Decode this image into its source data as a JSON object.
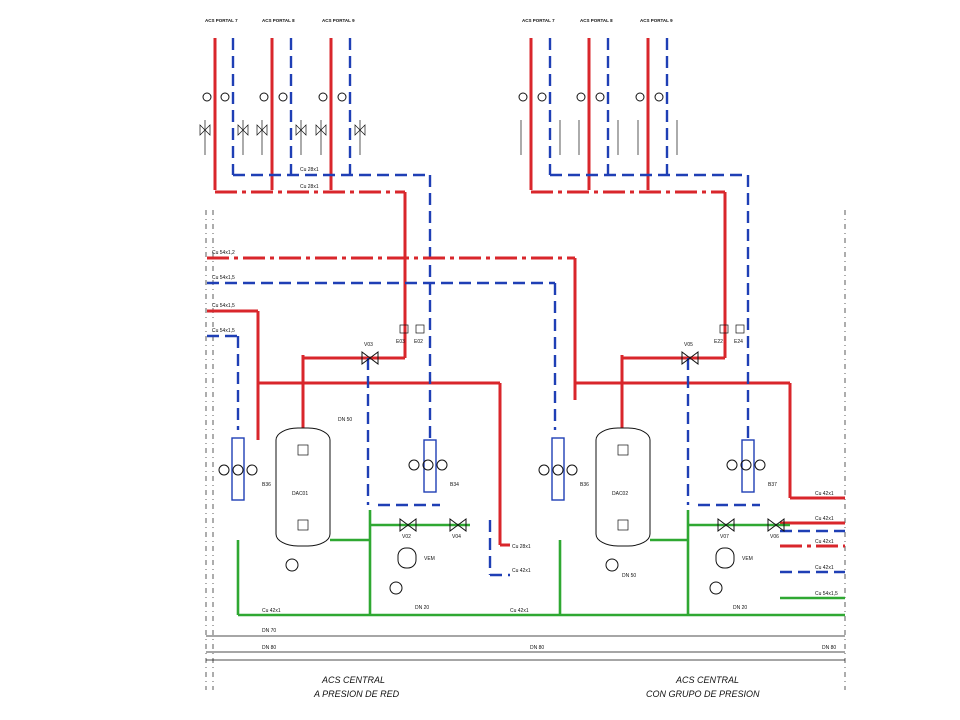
{
  "systems": [
    {
      "caption_line1": "ACS CENTRAL",
      "caption_line2": "A PRESION DE RED",
      "tank_label": "DAC01",
      "risers": [
        "ACS PORTAL 7",
        "ACS PORTAL 8",
        "ACS PORTAL 9"
      ],
      "pump_group_left": "B36",
      "pump_group_right": "B34",
      "expansion_tag": "VEM",
      "valve_tags": [
        "V03",
        "V02",
        "V04"
      ],
      "meter_tags": [
        "E03",
        "E02"
      ],
      "dn_tags": [
        "DN 50",
        "DN 20"
      ]
    },
    {
      "caption_line1": "ACS CENTRAL",
      "caption_line2": "CON GRUPO DE PRESION",
      "tank_label": "DAC02",
      "risers": [
        "ACS PORTAL 7",
        "ACS PORTAL 8",
        "ACS PORTAL 9"
      ],
      "pump_group_left": "B36",
      "pump_group_right": "B37",
      "expansion_tag": "VEM",
      "valve_tags": [
        "V05",
        "V07",
        "V06"
      ],
      "meter_tags": [
        "E22",
        "E24"
      ],
      "dn_tags": [
        "DN 50",
        "DN 20"
      ]
    }
  ],
  "pipe_labels": {
    "hot_main_1": "Cu 54x1,2",
    "cold_main_1": "Cu 54x1,5",
    "hot_branch": "Cu 54x1,5",
    "cold_branch": "Cu 54x1,5",
    "ret_a": "Cu 28x1",
    "ret_b": "Cu 42x1",
    "grn_main": "Cu 42x1",
    "grn_main_2": "Cu 42x1",
    "dn_bus_1": "DN 70",
    "dn_bus_2": "DN 80",
    "dn_bus_3": "DN 80",
    "dn_bus_4": "DN 80",
    "riser_hot": "Cu 28x1",
    "riser_cold": "Cu 28x1",
    "right_out_1": "Cu 42x1",
    "right_out_2": "Cu 42x1",
    "right_out_3": "Cu 42x1",
    "right_out_4": "Cu 42x1",
    "right_out_5": "Cu 54x1,5"
  },
  "colors": {
    "hot_water": "#d9262b",
    "cold_water": "#1f3fb5",
    "return_water": "#2fa832"
  }
}
